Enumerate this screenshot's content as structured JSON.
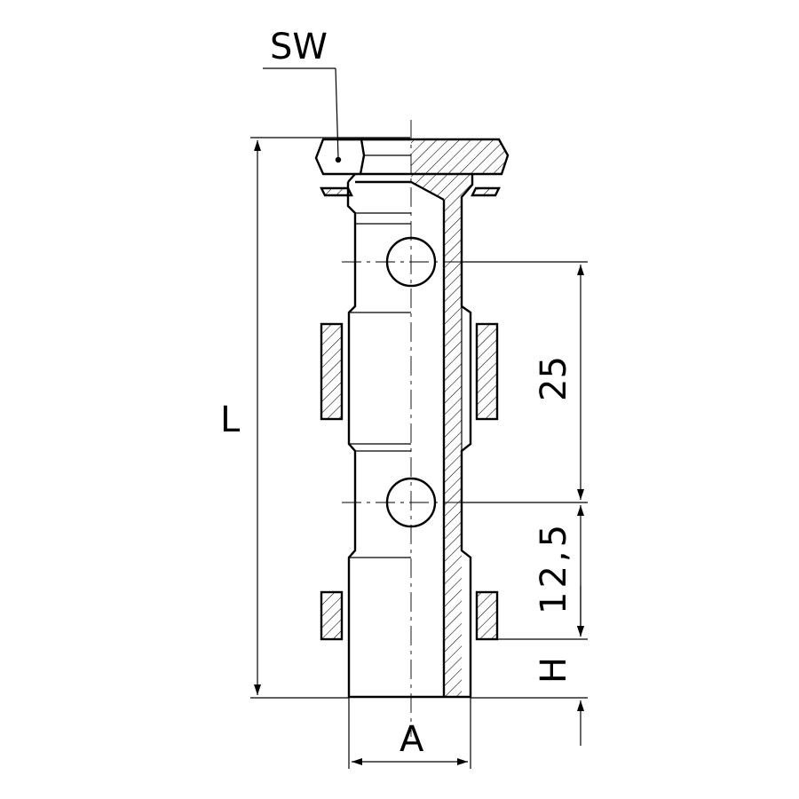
{
  "drawing": {
    "labels": {
      "wrench_size": "SW",
      "length": "L",
      "hole_pitch": "25",
      "hole_offset": "12,5",
      "thread_height": "H",
      "thread_diameter": "A"
    }
  }
}
